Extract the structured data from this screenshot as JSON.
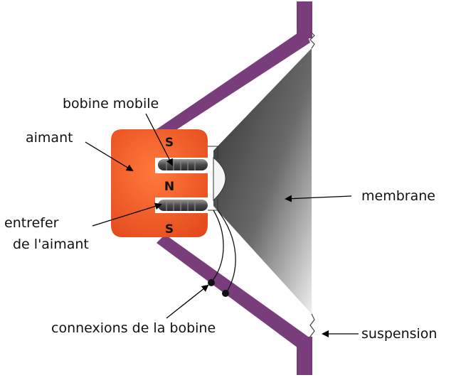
{
  "labels": {
    "bobine_mobile": "bobine mobile",
    "aimant": "aimant",
    "entrefer_line1": "entrefer",
    "entrefer_line2": "de l'aimant",
    "membrane": "membrane",
    "connexions": "connexions de la bobine",
    "suspension": "suspension"
  },
  "poles": {
    "top": "S",
    "middle": "N",
    "bottom": "S"
  },
  "colors": {
    "frame": "#7a3d7c",
    "magnet": "#f25a22",
    "membrane_dark": "#3f3f3f",
    "membrane_light": "#e8e8e8",
    "coil": "#5e5e5e"
  }
}
